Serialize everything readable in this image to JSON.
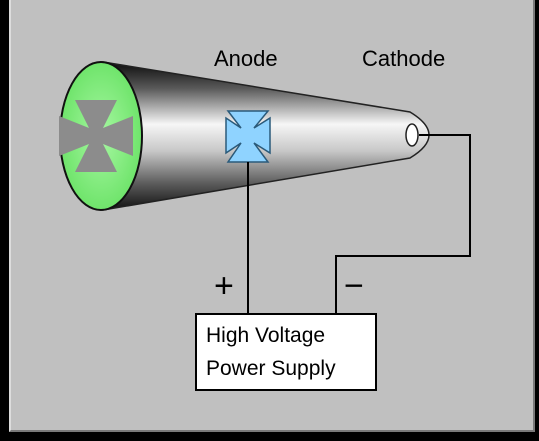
{
  "diagram": {
    "labels": {
      "anode": "Anode",
      "cathode": "Cathode",
      "plus": "+",
      "minus": "−"
    },
    "power_supply": {
      "line1": "High Voltage",
      "line2": "Power Supply"
    }
  },
  "colors": {
    "background": "#c0c0c0",
    "outer_border": "#000000",
    "screen_glow": "#7CF27A",
    "screen_shadow": "#8a8a8a",
    "anode_cross": "#8fd3ff",
    "wire": "#000000",
    "box_fill": "#ffffff"
  },
  "icons": {
    "screen_shadow": "maltese-cross-icon",
    "anode": "maltese-cross-icon"
  }
}
